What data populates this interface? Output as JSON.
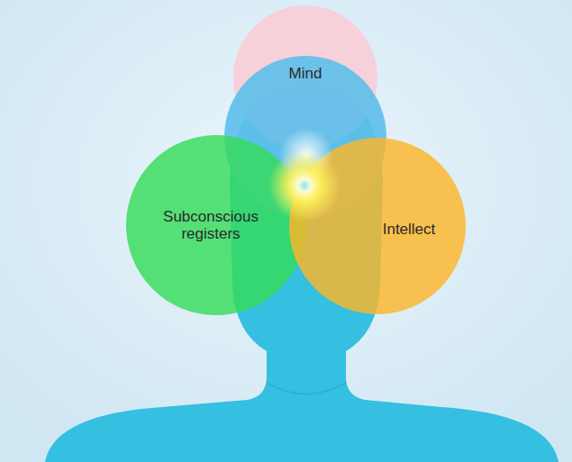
{
  "diagram": {
    "nodes": [
      {
        "text": [
          "Mind"
        ]
      },
      {
        "text": [
          "Subconscious registers"
        ]
      },
      {
        "text": [
          "Intellect"
        ]
      }
    ]
  }
}
